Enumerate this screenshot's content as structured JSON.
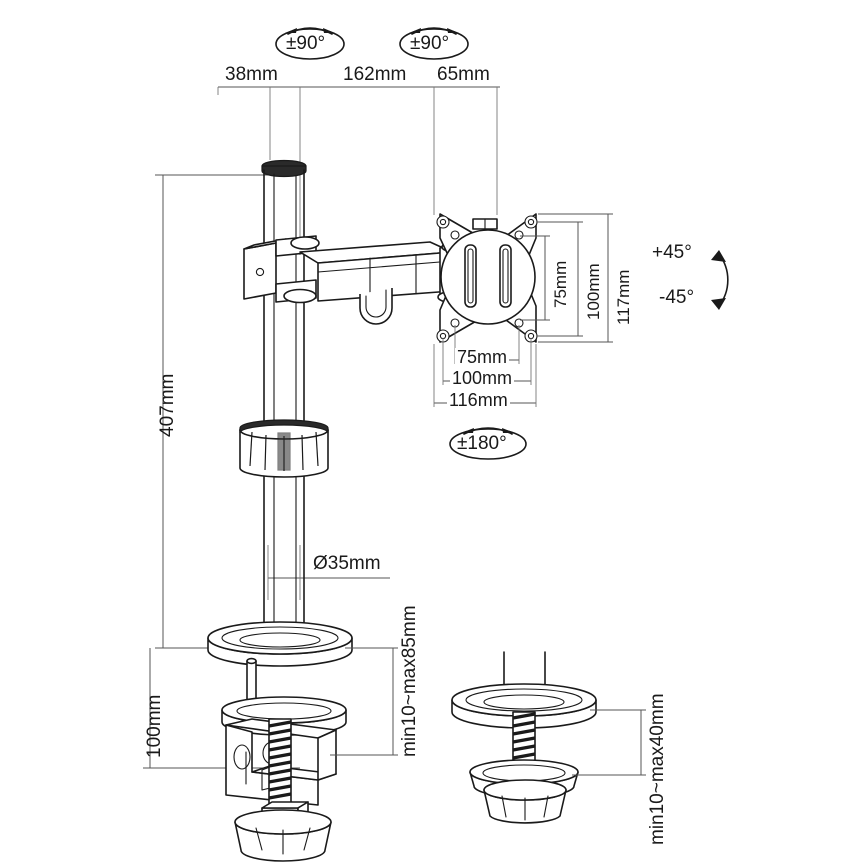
{
  "diagram": {
    "title": "Monitor Desk Mount Dimensional Drawing",
    "line_color": "#1a1a1a",
    "background_color": "#ffffff"
  },
  "top_dimensions": [
    {
      "name": "offset-38mm",
      "label": "38mm"
    },
    {
      "name": "arm-162mm",
      "label": "162mm"
    },
    {
      "name": "head-65mm",
      "label": "65mm"
    }
  ],
  "rotation_badges": [
    {
      "name": "pole-swivel",
      "label": "±90°"
    },
    {
      "name": "arm-swivel",
      "label": "±90°"
    },
    {
      "name": "head-rotate",
      "label": "±180°"
    }
  ],
  "tilt": {
    "up_label": "+45°",
    "down_label": "-45°"
  },
  "vesa_vertical": [
    {
      "name": "vesa-v-75",
      "label": "75mm"
    },
    {
      "name": "vesa-v-100",
      "label": "100mm"
    },
    {
      "name": "plate-height-117",
      "label": "117mm"
    }
  ],
  "vesa_horizontal": [
    {
      "name": "vesa-h-75",
      "label": "75mm"
    },
    {
      "name": "vesa-h-100",
      "label": "100mm"
    },
    {
      "name": "plate-width-116",
      "label": "116mm"
    }
  ],
  "left_dimensions": [
    {
      "name": "pole-height-407",
      "label": "407mm"
    },
    {
      "name": "clamp-drop-100",
      "label": "100mm"
    }
  ],
  "pole": {
    "diameter_label": "Ø35mm"
  },
  "mount_options": [
    {
      "name": "c-clamp-thickness",
      "label": "min10~max85mm"
    },
    {
      "name": "grommet-thickness",
      "label": "min10~max40mm"
    }
  ]
}
